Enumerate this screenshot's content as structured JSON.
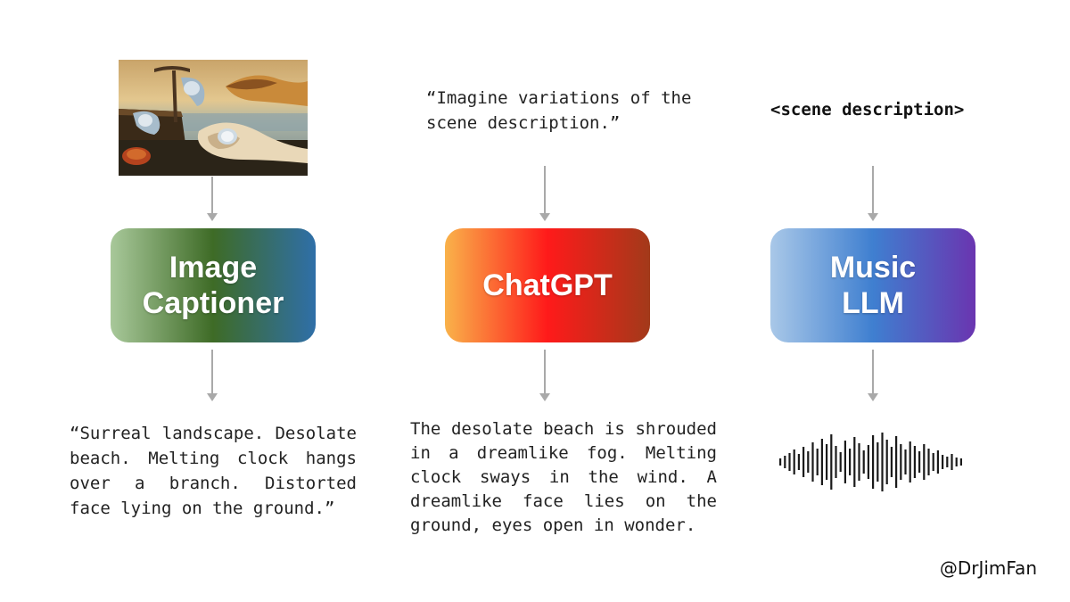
{
  "inputs": {
    "prompt": "“Imagine variations of the\nscene description.”",
    "scene": "<scene description>"
  },
  "boxes": {
    "captioner": {
      "label": "Image\nCaptioner",
      "colors": [
        "#a8c89a",
        "#3e6b26",
        "#2f6fa8"
      ]
    },
    "chatgpt": {
      "label": "ChatGPT",
      "colors": [
        "#f9b24a",
        "#ff1a1a",
        "#a23a1a"
      ]
    },
    "music": {
      "label": "Music\nLLM",
      "colors": [
        "#a9c8e8",
        "#3f7fd0",
        "#6a35b0"
      ]
    }
  },
  "outputs": {
    "caption": "“Surreal landscape. Desolate beach. Melting clock hangs over a branch. Distorted face lying on the ground.”",
    "description": "The desolate beach is shrouded in a dreamlike fog. Melting clock sways in the wind. A dreamlike face lies on the ground, eyes open in wonder."
  },
  "watermark": "@DrJimFan",
  "colors": {
    "arrow": "#a9a9a9",
    "text": "#222222"
  },
  "icons": {
    "painting": "surreal-painting-image",
    "audio": "audio-waveform-icon"
  }
}
